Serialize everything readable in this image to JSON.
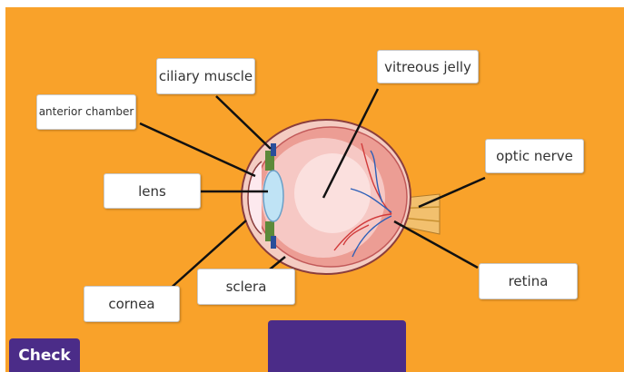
{
  "labels": {
    "ciliary_muscle": "ciliary muscle",
    "vitreous_jelly": "vitreous jelly",
    "anterior_chamber": "anterior chamber",
    "optic_nerve": "optic nerve",
    "lens": "lens",
    "cornea": "cornea",
    "sclera": "sclera",
    "retina": "retina"
  },
  "check_button": "Check",
  "colors": {
    "background": "#f9a22a",
    "button": "#4b2c88",
    "label_bg": "#ffffff",
    "leader_line": "#111111"
  }
}
